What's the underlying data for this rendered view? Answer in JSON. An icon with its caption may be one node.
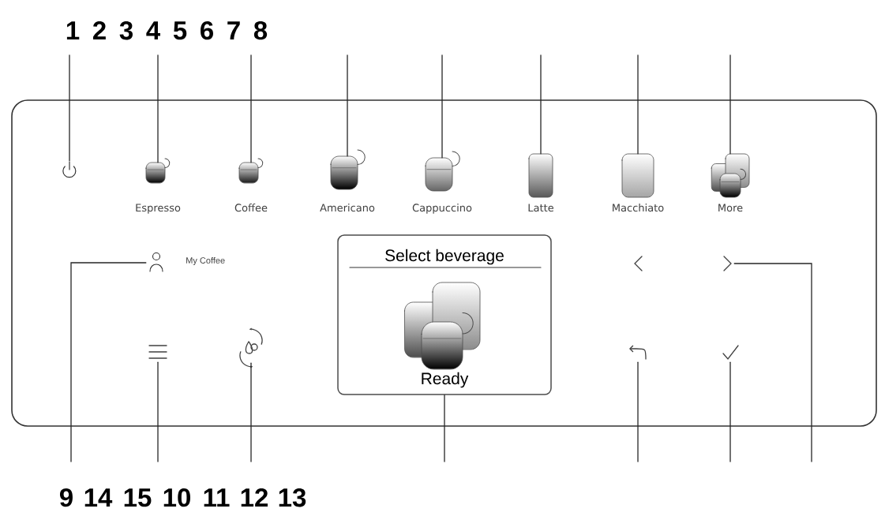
{
  "diagram": {
    "nodes": [
      {
        "text": [],
        "shape": "box"
      },
      {
        "text": [],
        "shape": "power",
        "in": 0
      },
      {
        "text": [
          "Espresso"
        ],
        "in": 0
      },
      {
        "text": [
          "Coffee"
        ],
        "in": 0
      },
      {
        "text": [
          "Americano"
        ],
        "in": 0
      },
      {
        "text": [
          "Cappuccino"
        ],
        "in": 0
      },
      {
        "text": [
          "Latte"
        ],
        "in": 0
      },
      {
        "text": [
          "Macchiato"
        ],
        "in": 0
      },
      {
        "text": [
          "More"
        ],
        "in": 0
      },
      {
        "text": [
          "My Coffee"
        ],
        "in": 0
      },
      {
        "text": [
          "Select beverage",
          "Ready"
        ],
        "in": 0
      },
      {
        "text": [],
        "shape": "chevron",
        "in": 0
      },
      {
        "text": [],
        "shape": "chevron",
        "in": 0
      },
      {
        "text": [],
        "shape": "menu",
        "in": 0
      },
      {
        "text": [],
        "shape": "drop",
        "in": 0
      },
      {
        "text": [],
        "shape": "arrow",
        "in": 0
      },
      {
        "text": [],
        "shape": "check",
        "in": 0
      }
    ],
    "edges": [
      {
        "from": null,
        "to": 1,
        "arrow": "none"
      },
      {
        "from": null,
        "to": 2,
        "arrow": "none"
      },
      {
        "from": null,
        "to": 3,
        "arrow": "none"
      },
      {
        "from": null,
        "to": 4,
        "arrow": "none"
      },
      {
        "from": null,
        "to": 5,
        "arrow": "none"
      },
      {
        "from": null,
        "to": 6,
        "arrow": "none"
      },
      {
        "from": null,
        "to": 7,
        "arrow": "none"
      },
      {
        "from": null,
        "to": 8,
        "arrow": "none"
      },
      {
        "from": null,
        "to": 9,
        "arrow": "none"
      },
      {
        "from": null,
        "to": 13,
        "arrow": "none"
      },
      {
        "from": null,
        "to": 14,
        "arrow": "none"
      },
      {
        "from": null,
        "to": 10,
        "arrow": "none"
      },
      {
        "from": null,
        "to": 15,
        "arrow": "none"
      },
      {
        "from": null,
        "to": 16,
        "arrow": "none"
      },
      {
        "from": null,
        "to": 12,
        "arrow": "none"
      }
    ],
    "labels": [
      "1",
      "2",
      "3",
      "4",
      "5",
      "6",
      "7",
      "8",
      "9",
      "14",
      "15",
      "10",
      "11",
      "12",
      "13"
    ]
  }
}
